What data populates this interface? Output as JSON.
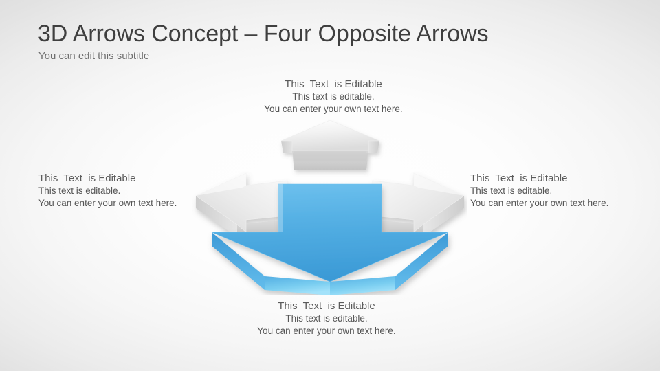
{
  "slide": {
    "title": "3D Arrows Concept – Four Opposite Arrows",
    "subtitle": "You can edit this subtitle",
    "background_center_color": "#fefefe",
    "background_edge_color": "#dedede",
    "title_color": "#3f3f3f",
    "subtitle_color": "#6e6e6e"
  },
  "callouts": {
    "top": {
      "heading": "This  Text  is Editable",
      "line1": "This text is editable.",
      "line2": "You can enter your own text here.",
      "align": "center"
    },
    "left": {
      "heading": "This  Text  is Editable",
      "line1": "This text is editable.",
      "line2": "You can enter your own text here.",
      "align": "left"
    },
    "right": {
      "heading": "This  Text  is Editable",
      "line1": "This text is editable.",
      "line2": "You can enter your own text here.",
      "align": "left"
    },
    "bottom": {
      "heading": "This  Text  is Editable",
      "line1": "This text is editable.",
      "line2": "You can enter your own text here.",
      "align": "center"
    }
  },
  "diagram": {
    "type": "four-opposite-3d-arrows",
    "arrows": [
      {
        "id": "up",
        "direction": "up",
        "color": "#d9d9d9",
        "accent": false
      },
      {
        "id": "left",
        "direction": "left",
        "color": "#d9d9d9",
        "accent": false
      },
      {
        "id": "right",
        "direction": "right",
        "color": "#d9d9d9",
        "accent": false
      },
      {
        "id": "down",
        "direction": "down",
        "color": "#4fa9dd",
        "accent": true
      }
    ],
    "accent_color": "#4fa9dd",
    "accent_light_color": "#8ad4f2",
    "grey_color": "#d9d9d9",
    "grey_light_color": "#f4f4f4"
  }
}
